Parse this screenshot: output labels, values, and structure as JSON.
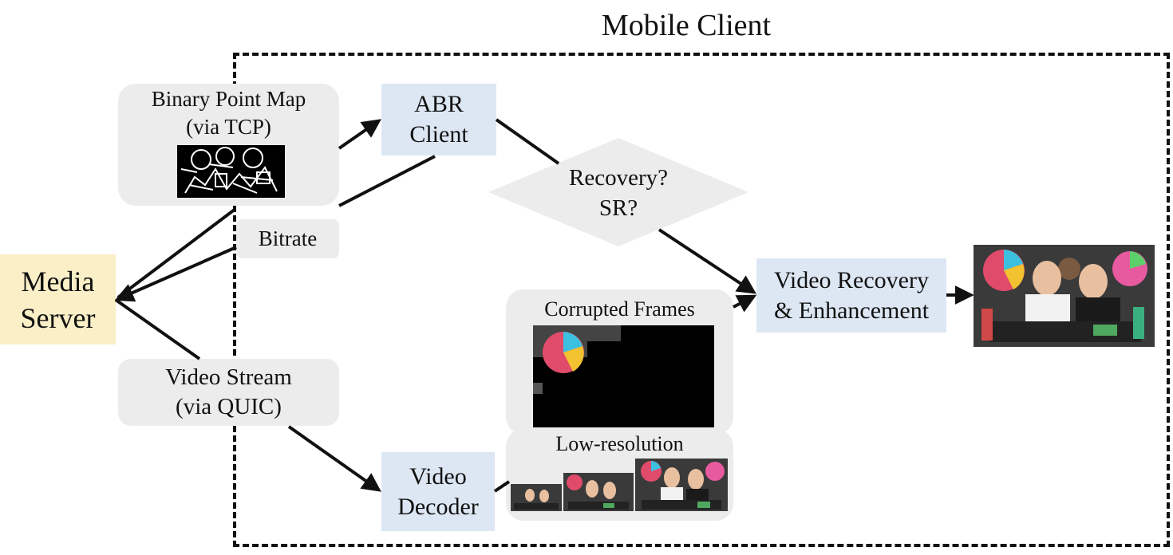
{
  "title": "Mobile Client",
  "nodes": {
    "media_server": [
      "Media",
      "Server"
    ],
    "binary_point_map": [
      "Binary Point Map",
      "(via TCP)"
    ],
    "bitrate": "Bitrate",
    "video_stream": [
      "Video Stream",
      "(via QUIC)"
    ],
    "abr_client": [
      "ABR",
      "Client"
    ],
    "decision": [
      "Recovery?",
      "SR?"
    ],
    "video_recovery": [
      "Video Recovery",
      "& Enhancement"
    ],
    "corrupted_frames": "Corrupted Frames",
    "low_resolution": "Low-resolution",
    "video_decoder": [
      "Video",
      "Decoder"
    ]
  },
  "icons": [
    "binary-point-map-image",
    "corrupted-frame-image",
    "low-resolution-frame-image",
    "enhanced-frame-image"
  ]
}
